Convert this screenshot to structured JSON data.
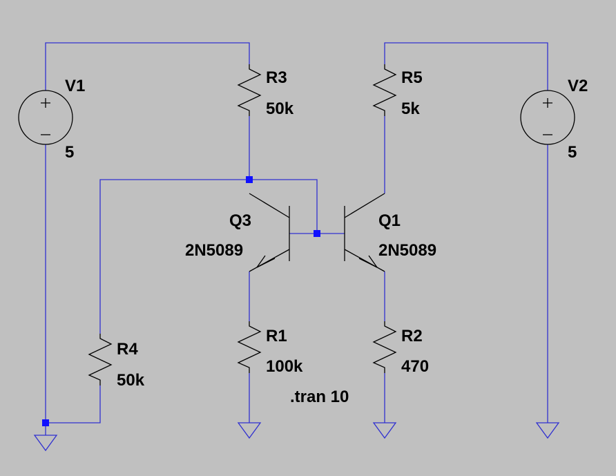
{
  "colors": {
    "background": "#c0c0c0",
    "wire": "#3030d0",
    "symbol": "#000000",
    "junction": "#1010ff"
  },
  "components": {
    "V1": {
      "name": "V1",
      "value": "5"
    },
    "V2": {
      "name": "V2",
      "value": "5"
    },
    "R1": {
      "name": "R1",
      "value": "100k"
    },
    "R2": {
      "name": "R2",
      "value": "470"
    },
    "R3": {
      "name": "R3",
      "value": "50k"
    },
    "R4": {
      "name": "R4",
      "value": "50k"
    },
    "R5": {
      "name": "R5",
      "value": "5k"
    },
    "Q1": {
      "name": "Q1",
      "value": "2N5089"
    },
    "Q3": {
      "name": "Q3",
      "value": "2N5089"
    }
  },
  "directive": ".tran 10"
}
